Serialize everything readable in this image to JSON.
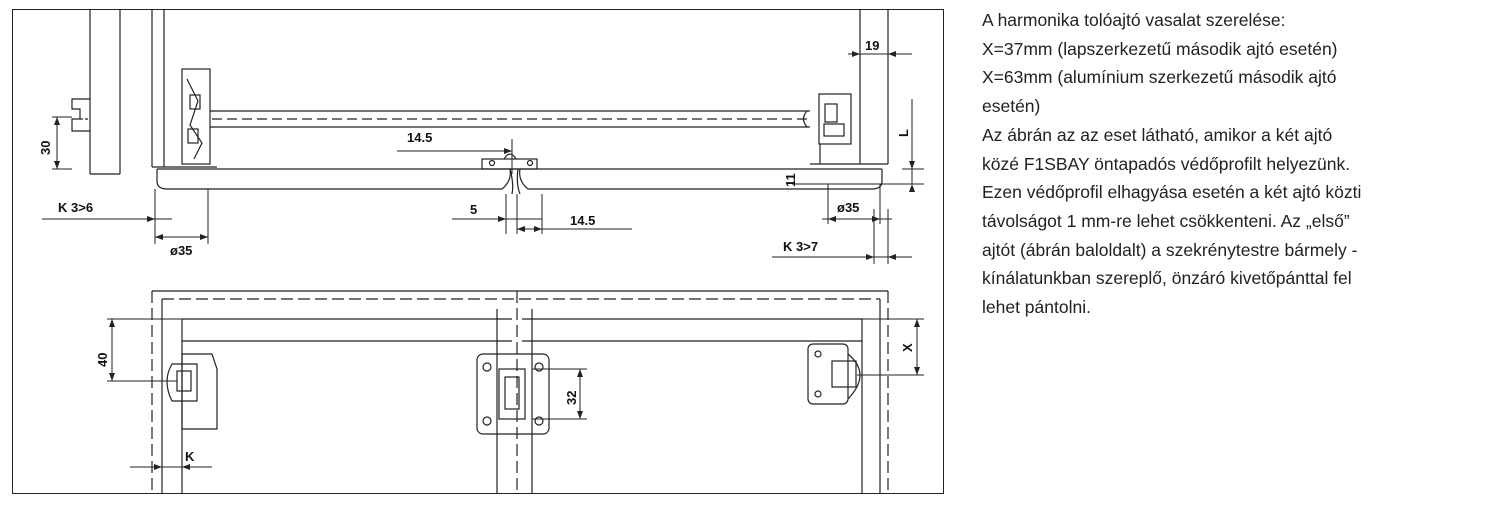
{
  "description": {
    "lines": [
      "A harmonika tolóajtó vasalat szerelése:",
      "X=37mm (lapszerkezetű második ajtó esetén)",
      "X=63mm (alumínium szerkezetű második ajtó",
      "esetén)",
      "Az ábrán az az eset látható, amikor a két ajtó",
      "közé F1SBAY öntapadós védőprofilt helyezünk.",
      "Ezen védőprofil elhagyása esetén a két ajtó közti",
      "távolságot 1 mm-re lehet csökkenteni.  Az „első”",
      "ajtót (ábrán baloldalt) a szekrénytestre bármely -",
      "kínálatunkban szereplő, önzáró kivetőpánttal fel",
      "lehet pántolni."
    ]
  },
  "dimensions": {
    "top_right_width": "19",
    "rail_height": "30",
    "center_offset": "14.5",
    "gap_right": "14.5",
    "gap": "5",
    "cup_left": "ø35",
    "cup_right": "ø35",
    "k_left": "K 3>6",
    "k_right": "K 3>7",
    "l": "L",
    "eleven": "11",
    "front_40": "40",
    "front_32": "32",
    "front_x": "X",
    "front_k": "K"
  }
}
